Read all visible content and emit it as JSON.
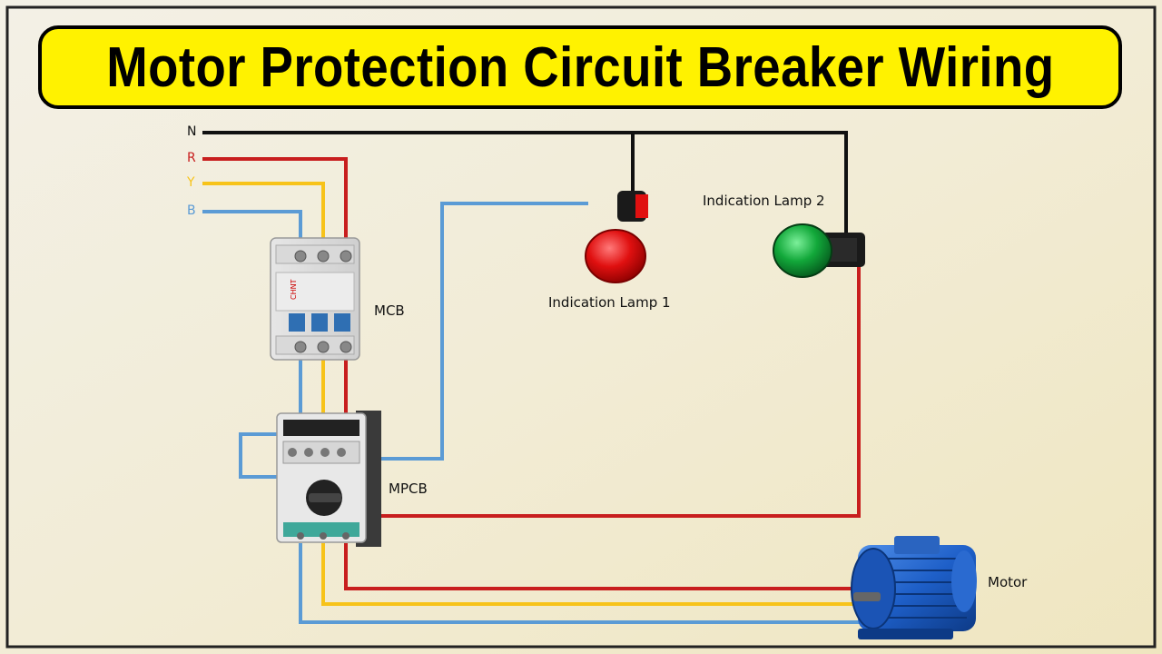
{
  "title": "Motor Protection Circuit Breaker Wiring",
  "phases": {
    "n": {
      "label": "N",
      "color": "#111111"
    },
    "r": {
      "label": "R",
      "color": "#c81e1e"
    },
    "y": {
      "label": "Y",
      "color": "#f7c31a"
    },
    "b": {
      "label": "B",
      "color": "#5b9bd5"
    }
  },
  "components": {
    "mcb": {
      "label": "MCB",
      "brand": "CHNT"
    },
    "mpcb": {
      "label": "MPCB"
    },
    "lamp1": {
      "label": "Indication Lamp 1",
      "color": "#e01010"
    },
    "lamp2": {
      "label": "Indication Lamp 2",
      "color": "#12a83a"
    },
    "motor": {
      "label": "Motor",
      "color": "#1e5fc8"
    }
  }
}
